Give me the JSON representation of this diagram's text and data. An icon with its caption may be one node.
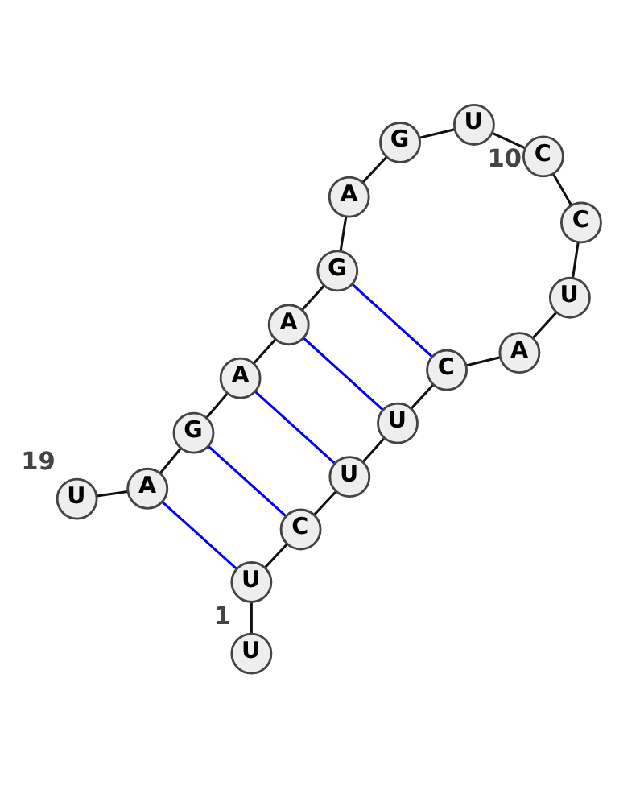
{
  "diagram": {
    "nodes": [
      {
        "text": [
          "U"
        ],
        "beside": [
          "1"
        ]
      },
      {
        "text": [
          "U"
        ]
      },
      {
        "text": [
          "C"
        ]
      },
      {
        "text": [
          "U"
        ]
      },
      {
        "text": [
          "U"
        ]
      },
      {
        "text": [
          "C"
        ]
      },
      {
        "text": [
          "A"
        ]
      },
      {
        "text": [
          "U"
        ]
      },
      {
        "text": [
          "C"
        ]
      },
      {
        "text": [
          "C"
        ],
        "beside": [
          "10"
        ]
      },
      {
        "text": [
          "U"
        ]
      },
      {
        "text": [
          "G"
        ]
      },
      {
        "text": [
          "A"
        ]
      },
      {
        "text": [
          "G"
        ]
      },
      {
        "text": [
          "A"
        ]
      },
      {
        "text": [
          "A"
        ]
      },
      {
        "text": [
          "G"
        ]
      },
      {
        "text": [
          "A"
        ]
      },
      {
        "text": [
          "U"
        ],
        "beside": [
          "19"
        ]
      }
    ],
    "edges": [
      {
        "from": 0,
        "to": 1,
        "arrow": "none"
      },
      {
        "from": 1,
        "to": 2,
        "arrow": "none"
      },
      {
        "from": 2,
        "to": 3,
        "arrow": "none"
      },
      {
        "from": 3,
        "to": 4,
        "arrow": "none"
      },
      {
        "from": 4,
        "to": 5,
        "arrow": "none"
      },
      {
        "from": 5,
        "to": 6,
        "arrow": "none"
      },
      {
        "from": 6,
        "to": 7,
        "arrow": "none"
      },
      {
        "from": 7,
        "to": 8,
        "arrow": "none"
      },
      {
        "from": 8,
        "to": 9,
        "arrow": "none"
      },
      {
        "from": 9,
        "to": 10,
        "arrow": "none"
      },
      {
        "from": 10,
        "to": 11,
        "arrow": "none"
      },
      {
        "from": 11,
        "to": 12,
        "arrow": "none"
      },
      {
        "from": 12,
        "to": 13,
        "arrow": "none"
      },
      {
        "from": 13,
        "to": 14,
        "arrow": "none"
      },
      {
        "from": 14,
        "to": 15,
        "arrow": "none"
      },
      {
        "from": 15,
        "to": 16,
        "arrow": "none"
      },
      {
        "from": 16,
        "to": 17,
        "arrow": "none"
      },
      {
        "from": 17,
        "to": 18,
        "arrow": "none"
      },
      {
        "from": 1,
        "to": 17,
        "arrow": "none",
        "color": "#0000ff"
      },
      {
        "from": 2,
        "to": 16,
        "arrow": "none",
        "color": "#0000ff"
      },
      {
        "from": 3,
        "to": 15,
        "arrow": "none",
        "color": "#0000ff"
      },
      {
        "from": 4,
        "to": 14,
        "arrow": "none",
        "color": "#0000ff"
      },
      {
        "from": 5,
        "to": 13,
        "arrow": "none",
        "color": "#0000ff"
      }
    ]
  }
}
